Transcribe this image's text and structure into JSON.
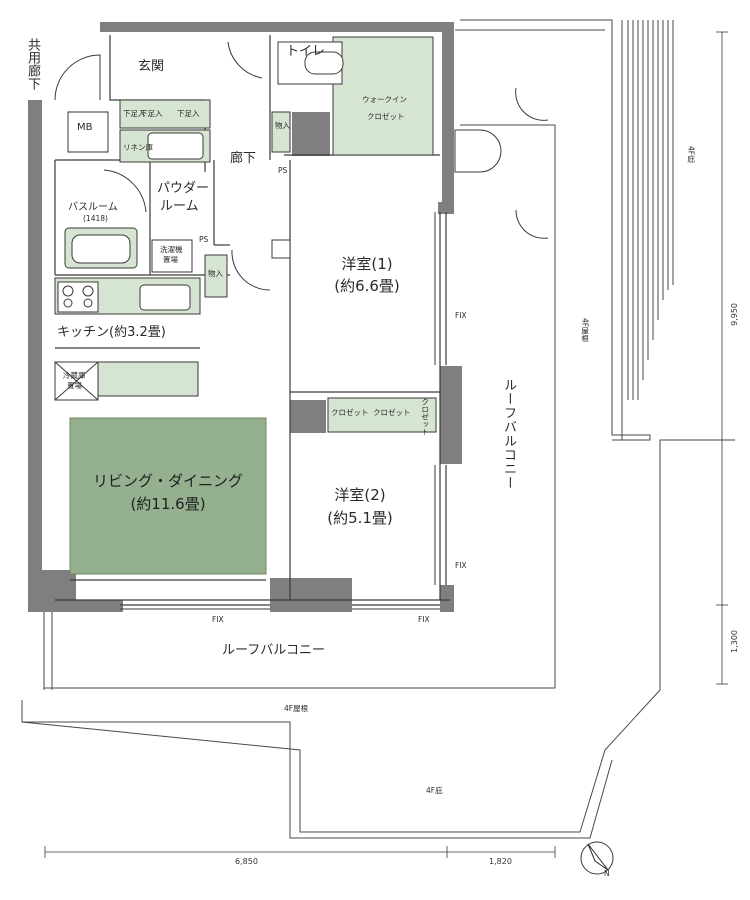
{
  "rooms": {
    "common_corridor": "共用廊下",
    "entrance": "玄関",
    "hallway": "廊下",
    "toilet": "トイレ",
    "walk_in_closet": [
      "ウォークイン",
      "クロゼット"
    ],
    "mb": "MB",
    "ps": "PS",
    "powder_room": [
      "パウダー",
      "ルーム"
    ],
    "bathroom": "バスルーム",
    "bathroom_size": "(1418)",
    "washer_space": [
      "洗濯機",
      "置場"
    ],
    "storage": "物入",
    "linen": "リネン庫",
    "shoe_storage": "下足入",
    "kitchen": "キッチン(約3.2畳)",
    "fridge_space": [
      "冷蔵庫",
      "置場"
    ],
    "living_dining": "リビング・ダイニング",
    "living_dining_size": "(約11.6畳)",
    "western1": "洋室(1)",
    "western1_size": "(約6.6畳)",
    "western2": "洋室(2)",
    "western2_size": "(約5.1畳)",
    "closet": "クロゼット",
    "roof_balcony_side": "ルーフバルコニー",
    "roof_balcony_bottom": "ルーフバルコニー",
    "roof_4f": "4F屋根",
    "eaves_4f": "4F庇",
    "fix": "FIX"
  },
  "dimensions": {
    "width_main": "6,850",
    "width_balcony": "1,820",
    "depth_main": "9,950",
    "depth_balcony": "1,300"
  },
  "compass": {
    "label": "N"
  },
  "colors": {
    "living_fill": "#94b08f",
    "fixture_fill": "#d6e4d2",
    "wall": "#7f7f7f",
    "line": "#3a3a3a"
  }
}
